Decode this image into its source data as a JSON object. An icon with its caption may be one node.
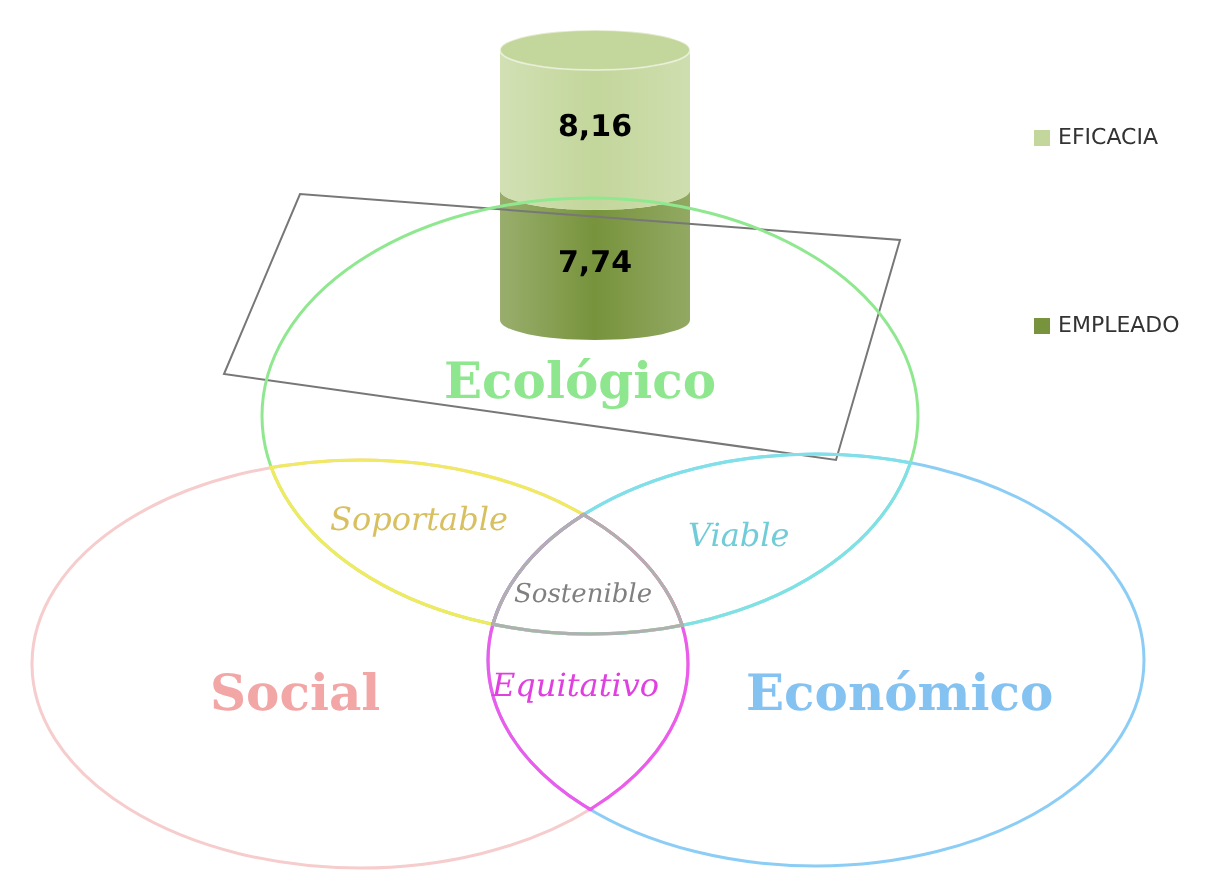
{
  "diagram": {
    "nodes": [
      {
        "text": [
          "Ecológico"
        ]
      },
      {
        "text": [
          "Social"
        ]
      },
      {
        "text": [
          "Económico"
        ]
      }
    ],
    "labels": [
      "8,16",
      "7,74",
      "Soportable",
      "Viable",
      "Sostenible",
      "Equitativo"
    ],
    "legend": [
      {
        "text": "EFICACIA",
        "color": "#c3d69b"
      },
      {
        "text": "EMPLEADO",
        "color": "#77933c"
      }
    ]
  }
}
